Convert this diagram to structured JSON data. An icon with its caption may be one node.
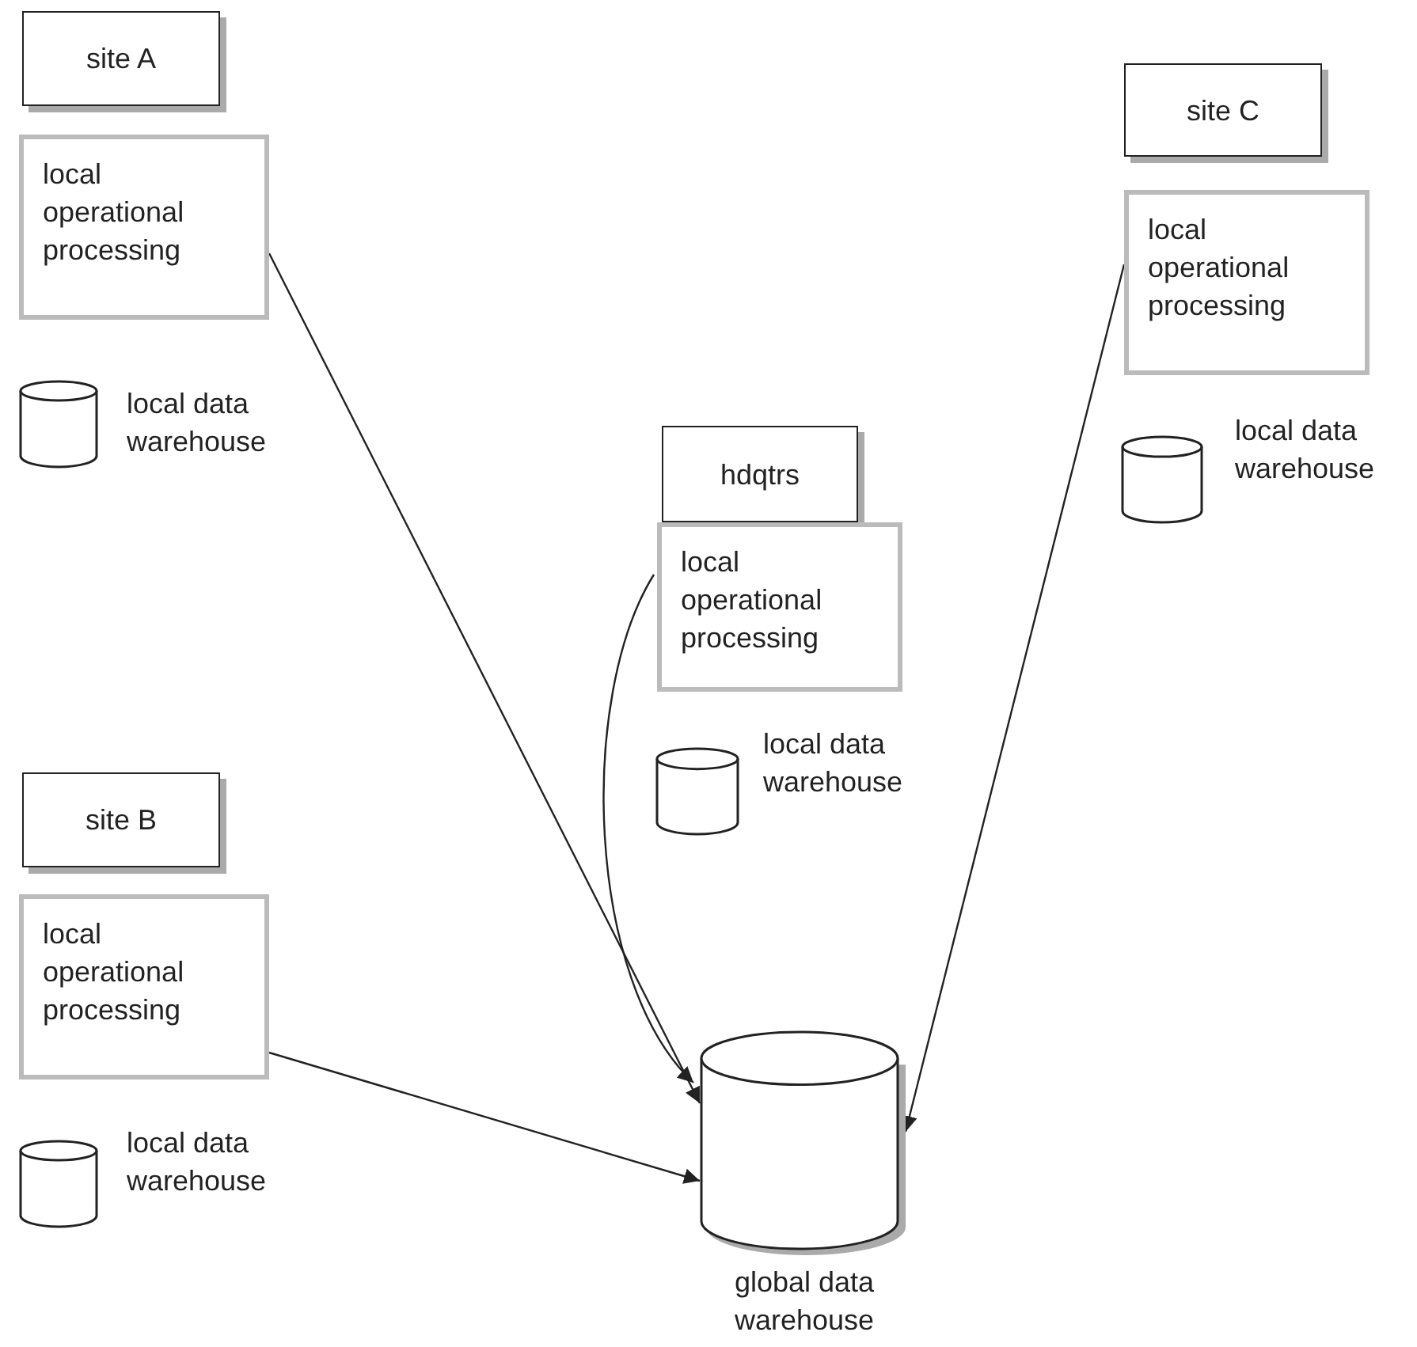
{
  "diagram": {
    "nodes": [
      {
        "text": [
          "site A"
        ]
      },
      {
        "text": [
          "local operational processing"
        ]
      },
      {
        "text": [],
        "shape": "cylinder",
        "beside": [
          "local data warehouse"
        ]
      },
      {
        "text": [
          "site C"
        ]
      },
      {
        "text": [
          "local operational processing"
        ]
      },
      {
        "text": [],
        "shape": "cylinder",
        "beside": [
          "local data warehouse"
        ]
      },
      {
        "text": [
          "hdqtrs"
        ]
      },
      {
        "text": [
          "local operational processing"
        ]
      },
      {
        "text": [],
        "shape": "cylinder",
        "beside": [
          "local data warehouse"
        ]
      },
      {
        "text": [
          "site B"
        ]
      },
      {
        "text": [
          "local operational processing"
        ]
      },
      {
        "text": [],
        "shape": "cylinder",
        "beside": [
          "local data warehouse"
        ]
      },
      {
        "text": [],
        "shape": "cylinder",
        "beside": [
          "global data warehouse"
        ]
      }
    ],
    "edges": [
      {
        "from": 1,
        "to": 12,
        "arrow": "to"
      },
      {
        "from": 4,
        "to": 12,
        "arrow": "to"
      },
      {
        "from": 7,
        "to": 12,
        "arrow": "to"
      },
      {
        "from": 10,
        "to": 12,
        "arrow": "to"
      }
    ]
  }
}
